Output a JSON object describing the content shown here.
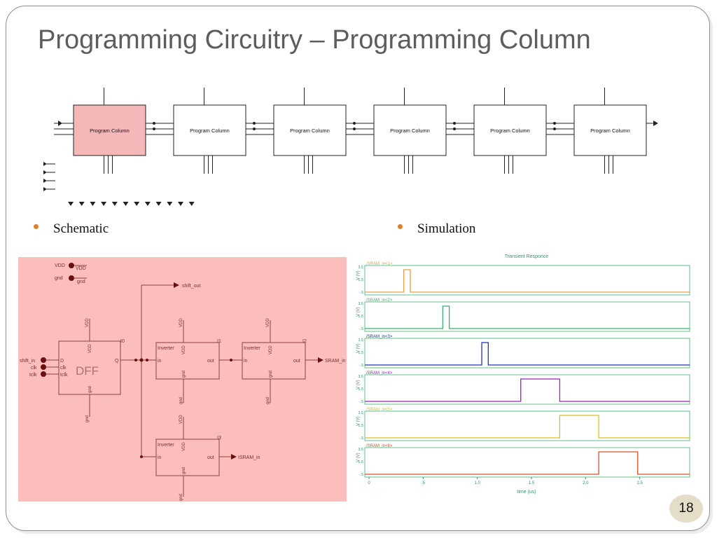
{
  "slide": {
    "title": "Programming Circuitry – Programming Column",
    "page_number": "18"
  },
  "block_diagram": {
    "block_label": "Program Column",
    "highlighted_block_index": 0,
    "highlight_color": "#f5b8b8"
  },
  "bullets": [
    {
      "text": "Schematic"
    },
    {
      "text": "Simulation"
    }
  ],
  "schematic": {
    "background": "#fcbdbd",
    "vdd_pin": "VDD",
    "vdd_net": "VDD",
    "gnd_pin": "gnd",
    "gnd_net": "gnd",
    "shift_out": "shift_out",
    "shift_in": "shift_in",
    "clk": "clk",
    "tclk": "tclk",
    "dff": {
      "label": "DFF",
      "instance": "I0",
      "pin_d": "D",
      "pin_clk": "clk",
      "pin_tclk": "tclk",
      "pin_q": "Q",
      "vdd": "VDD",
      "gnd": "gnd"
    },
    "inverter1": {
      "label": "Inverter",
      "instance": "I1",
      "in": "in",
      "out": "out",
      "vdd": "VDD",
      "gnd": "gnd"
    },
    "inverter2": {
      "label": "Inverter",
      "instance": "I2",
      "in": "in",
      "out": "out",
      "vdd": "VDD",
      "gnd": "gnd"
    },
    "inverter3": {
      "label": "Inverter",
      "instance": "I3",
      "in": "in",
      "out": "out",
      "vdd": "VDD",
      "gnd": "gnd"
    },
    "sram_in": "SRAM_in",
    "isram_in": "ISRAM_in"
  },
  "simulation": {
    "title": "Transient Responce",
    "xlabel": "time (us)",
    "ylabel": "V (V)",
    "x_ticks": [
      "0",
      ".5",
      "1.0",
      "1.5",
      "2.0",
      "2.5"
    ],
    "y_ticks": [
      "3.5",
      "1.5",
      "-.5"
    ],
    "traces": [
      {
        "label": "/SRAM_in<1>",
        "color": "#e8a040",
        "rise": 0.12,
        "fall": 0.14
      },
      {
        "label": "/SRAM_in<2>",
        "color": "#3ab070",
        "rise": 0.24,
        "fall": 0.26
      },
      {
        "label": "/SRAM_in<3>",
        "color": "#2030c0",
        "rise": 0.36,
        "fall": 0.38
      },
      {
        "label": "/SRAM_in<4>",
        "color": "#9a20c0",
        "rise": 0.48,
        "fall": 0.6
      },
      {
        "label": "/SRAM_in<5>",
        "color": "#d8c020",
        "rise": 0.6,
        "fall": 0.72
      },
      {
        "label": "/SRAM_in<6>",
        "color": "#e05020",
        "rise": 0.72,
        "fall": 0.84
      }
    ]
  }
}
